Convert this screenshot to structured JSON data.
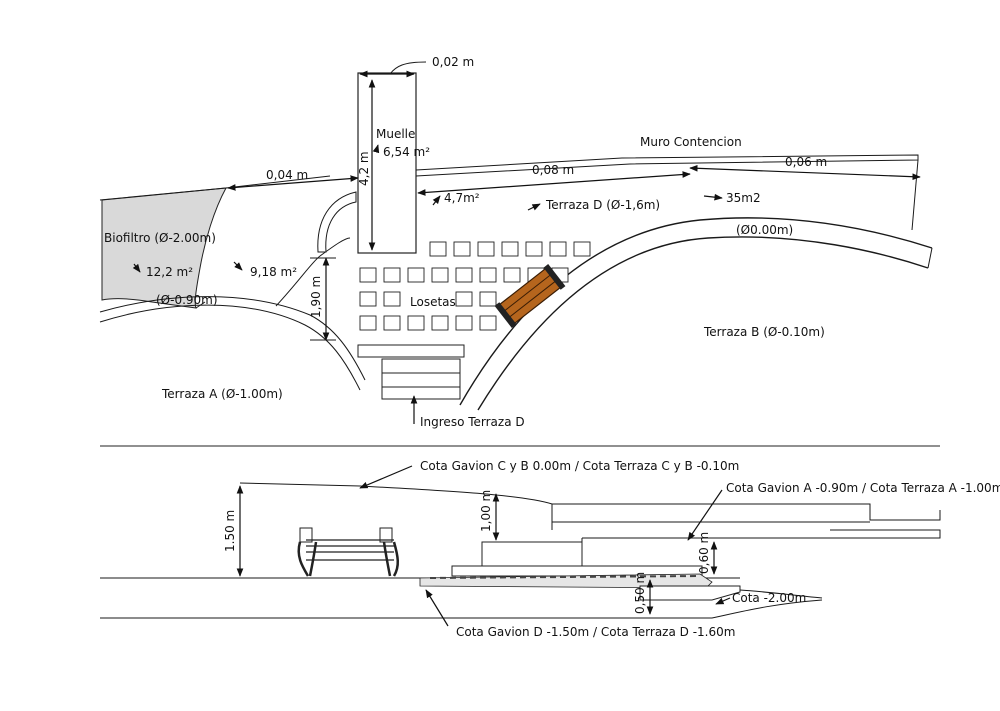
{
  "plan": {
    "dim_muelle_width": "0,02 m",
    "muelle_title": "Muelle",
    "muelle_area": "6,54 m²",
    "muelle_length": "4,2 m",
    "muro_contencion": "Muro Contencion",
    "dim_left": "0,04 m",
    "dim_middle": "0,08 m",
    "dim_right": "0,06 m",
    "area_47": "4,7m²",
    "terraza_d": "Terraza D (Ø-1,6m)",
    "area_35": "35m2",
    "level_000": "(Ø0.00m)",
    "biofiltro": "Biofiltro (Ø-2.00m)",
    "area_122": "12,2 m²",
    "area_918": "9,18 m²",
    "dim_190": "1,90 m",
    "level_090": "(Ø-0.90m)",
    "losetas": "Losetas",
    "terraza_b": "Terraza B (Ø-0.10m)",
    "terraza_a": "Terraza A (Ø-1.00m)",
    "ingreso": "Ingreso Terraza D"
  },
  "section": {
    "cota_gavion_cb": "Cota Gavion C y B 0.00m / Cota Terraza C y B -0.10m",
    "cota_gavion_a": "Cota Gavion A -0.90m / Cota Terraza A -1.00m",
    "dim_150": "1.50 m",
    "dim_100": "1,00 m",
    "dim_060": "0,60 m",
    "dim_050": "0,50 m",
    "cota_200": "Cota -2.00m",
    "cota_gavion_d": "Cota Gavion D -1.50m / Cota Terraza D -1.60m"
  },
  "colors": {
    "biofiltro_fill": "#d9d9d9",
    "bench_wood": "#b5651d",
    "line": "#1a1a1a"
  }
}
